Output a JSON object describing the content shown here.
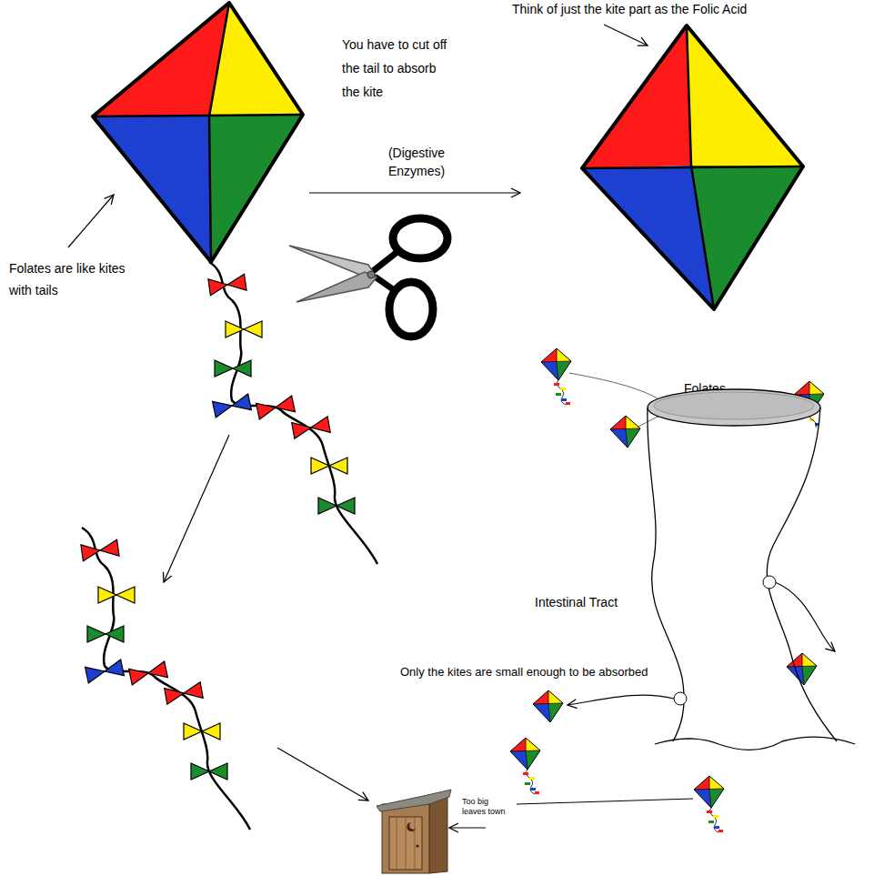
{
  "diagram": {
    "nodes": [
      {
        "text": [
          "Intestinal Tract"
        ]
      }
    ],
    "labels": [
      "You have to cut off the tail to absorb the kite",
      "Think of just the kite part as the Folic Acid",
      "(Digestive Enzymes)",
      "Folates are like kites with tails",
      "Folates",
      "Only the kites are small enough to be absorbed",
      "Too big leaves town"
    ]
  }
}
